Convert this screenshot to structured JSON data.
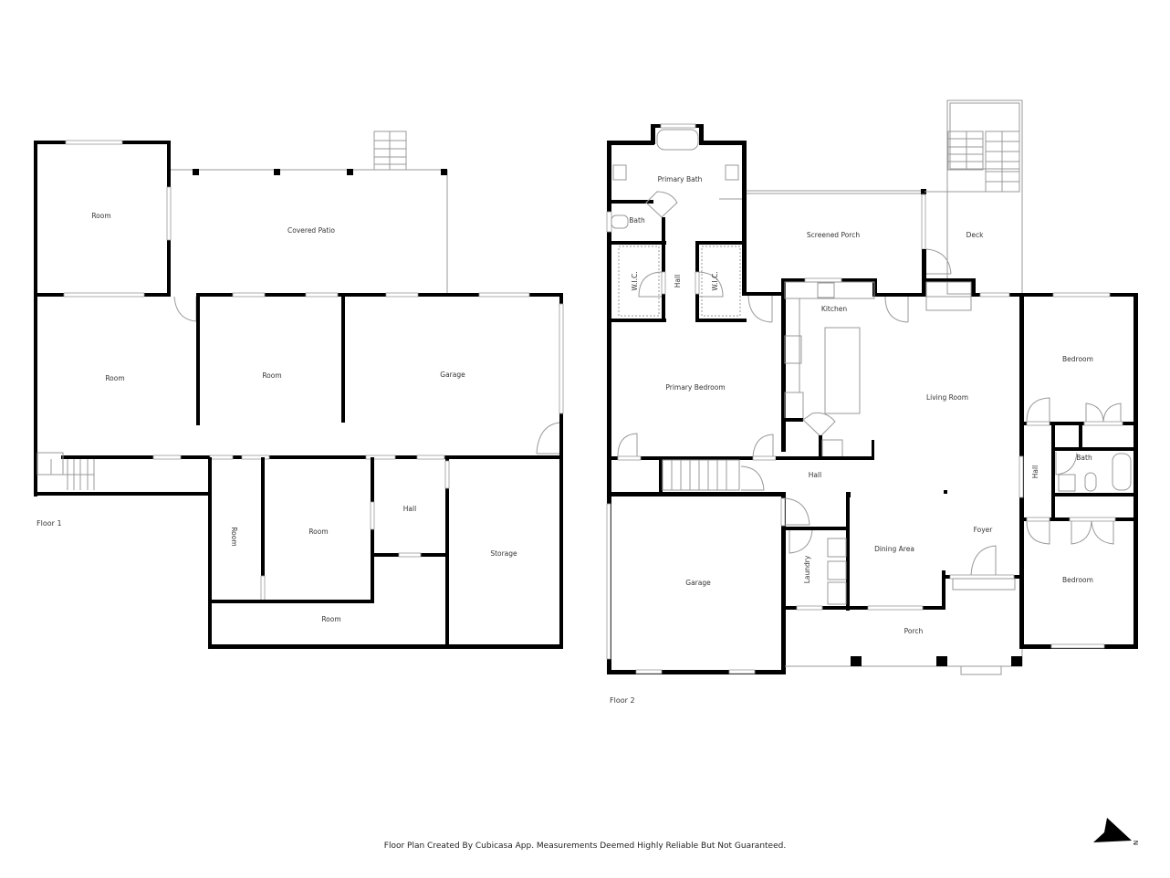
{
  "floor1": {
    "label": "Floor 1",
    "rooms": [
      {
        "id": "f1-room-nw",
        "label": "Room"
      },
      {
        "id": "f1-covered-patio",
        "label": "Covered Patio"
      },
      {
        "id": "f1-room-w",
        "label": "Room"
      },
      {
        "id": "f1-room-center",
        "label": "Room"
      },
      {
        "id": "f1-garage",
        "label": "Garage"
      },
      {
        "id": "f1-room-narrow",
        "label": "Room"
      },
      {
        "id": "f1-room-mid",
        "label": "Room"
      },
      {
        "id": "f1-hall",
        "label": "Hall"
      },
      {
        "id": "f1-storage",
        "label": "Storage"
      },
      {
        "id": "f1-room-south",
        "label": "Room"
      }
    ]
  },
  "floor2": {
    "label": "Floor 2",
    "rooms": [
      {
        "id": "f2-primary-bath",
        "label": "Primary Bath"
      },
      {
        "id": "f2-bath-small",
        "label": "Bath"
      },
      {
        "id": "f2-wic-left",
        "label": "W.I.C."
      },
      {
        "id": "f2-hall-upper",
        "label": "Hall"
      },
      {
        "id": "f2-wic-right",
        "label": "W.I.C."
      },
      {
        "id": "f2-screened-porch",
        "label": "Screened Porch"
      },
      {
        "id": "f2-deck",
        "label": "Deck"
      },
      {
        "id": "f2-kitchen",
        "label": "Kitchen"
      },
      {
        "id": "f2-primary-bedroom",
        "label": "Primary Bedroom"
      },
      {
        "id": "f2-living-room",
        "label": "Living Room"
      },
      {
        "id": "f2-bedroom-north",
        "label": "Bedroom"
      },
      {
        "id": "f2-hall-main",
        "label": "Hall"
      },
      {
        "id": "f2-hall-east",
        "label": "Hall"
      },
      {
        "id": "f2-bath-east",
        "label": "Bath"
      },
      {
        "id": "f2-garage",
        "label": "Garage"
      },
      {
        "id": "f2-laundry",
        "label": "Laundry"
      },
      {
        "id": "f2-dining-area",
        "label": "Dining Area"
      },
      {
        "id": "f2-foyer",
        "label": "Foyer"
      },
      {
        "id": "f2-bedroom-south",
        "label": "Bedroom"
      },
      {
        "id": "f2-porch",
        "label": "Porch"
      }
    ]
  },
  "compass": {
    "icon": "north-arrow-icon",
    "label": "N"
  },
  "footer": {
    "disclaimer": "Floor Plan Created By Cubicasa App. Measurements Deemed Highly Reliable But Not Guaranteed."
  }
}
